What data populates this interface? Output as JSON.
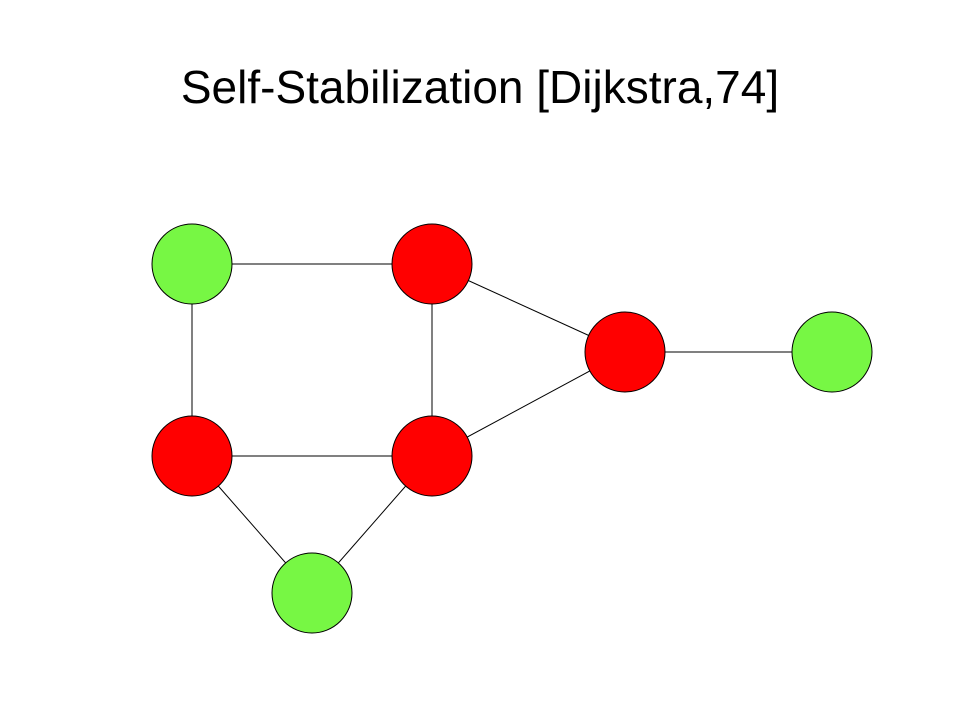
{
  "title": "Self-Stabilization [Dijkstra,74]",
  "colors": {
    "green": "#77f744",
    "red": "#ff0000",
    "stroke": "#000000"
  },
  "nodes": [
    {
      "id": "n1",
      "color": "green"
    },
    {
      "id": "n2",
      "color": "red"
    },
    {
      "id": "n3",
      "color": "red"
    },
    {
      "id": "n4",
      "color": "green"
    },
    {
      "id": "n5",
      "color": "red"
    },
    {
      "id": "n6",
      "color": "red"
    },
    {
      "id": "n7",
      "color": "green"
    }
  ],
  "edges": [
    [
      "n1",
      "n2"
    ],
    [
      "n1",
      "n5"
    ],
    [
      "n2",
      "n6"
    ],
    [
      "n2",
      "n3"
    ],
    [
      "n3",
      "n4"
    ],
    [
      "n5",
      "n6"
    ],
    [
      "n6",
      "n3"
    ],
    [
      "n5",
      "n7"
    ],
    [
      "n6",
      "n7"
    ]
  ]
}
